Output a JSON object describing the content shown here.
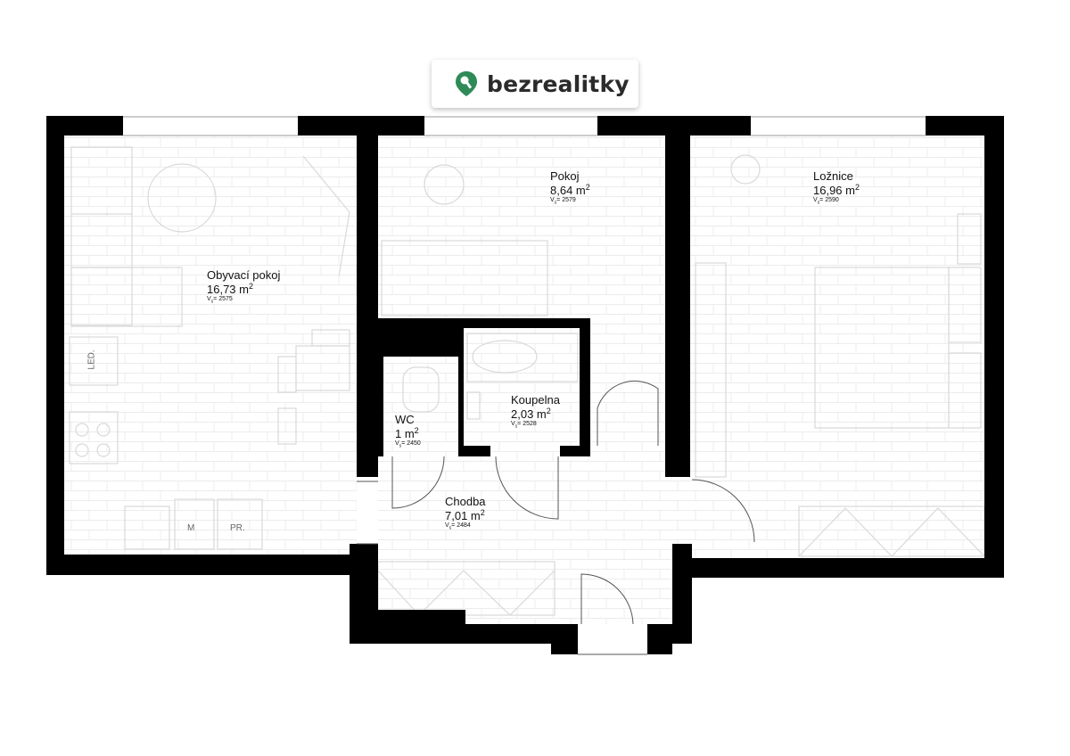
{
  "brand": {
    "name": "bezrealitky",
    "accent": "#2e8b57"
  },
  "rooms": [
    {
      "name": "Obyvací pokoj",
      "area": "16,73 m",
      "area_sup": "2",
      "vs_label": "V",
      "vs_sub": "s",
      "vs_value": "= 2575"
    },
    {
      "name": "Pokoj",
      "area": "8,64 m",
      "area_sup": "2",
      "vs_label": "V",
      "vs_sub": "s",
      "vs_value": "= 2579"
    },
    {
      "name": "Ložnice",
      "area": "16,96 m",
      "area_sup": "2",
      "vs_label": "V",
      "vs_sub": "s",
      "vs_value": "= 2590"
    },
    {
      "name": "Koupelna",
      "area": "2,03 m",
      "area_sup": "2",
      "vs_label": "V",
      "vs_sub": "s",
      "vs_value": "= 2528"
    },
    {
      "name": "WC",
      "area": "1 m",
      "area_sup": "2",
      "vs_label": "V",
      "vs_sub": "s",
      "vs_value": "= 2450"
    },
    {
      "name": "Chodba",
      "area": "7,01 m",
      "area_sup": "2",
      "vs_label": "V",
      "vs_sub": "s",
      "vs_value": "= 2484"
    }
  ],
  "furniture_labels": {
    "led": "LED.",
    "m": "M",
    "pr": "PR."
  },
  "colors": {
    "wall": "#000000",
    "furniture": "#dddddd",
    "background": "#ffffff"
  }
}
